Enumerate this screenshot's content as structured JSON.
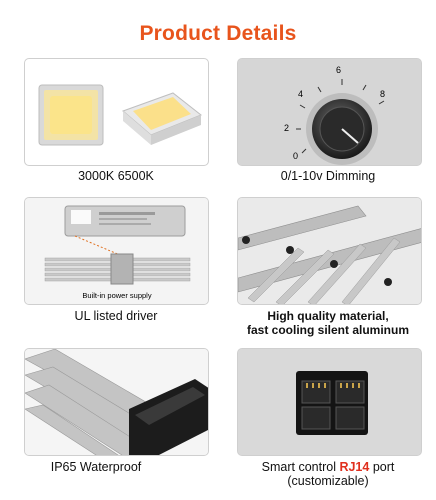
{
  "page": {
    "title": "Product Details"
  },
  "features": [
    {
      "caption": "3000K  6500K"
    },
    {
      "caption": "0/1-10v Dimming",
      "dial_numbers": [
        "0",
        "2",
        "4",
        "6",
        "8"
      ]
    },
    {
      "caption": "UL listed driver",
      "inner_label": "Built-in power supply"
    },
    {
      "caption_line1": "High quality material,",
      "caption_line2": "fast cooling silent aluminum"
    },
    {
      "caption": "IP65 Waterproof"
    },
    {
      "caption_prefix": "Smart control ",
      "caption_highlight": "RJ14",
      "caption_suffix": " port",
      "caption_line2": "(customizable)"
    }
  ],
  "colors": {
    "title": "#e8541c",
    "highlight": "#e0301e"
  }
}
